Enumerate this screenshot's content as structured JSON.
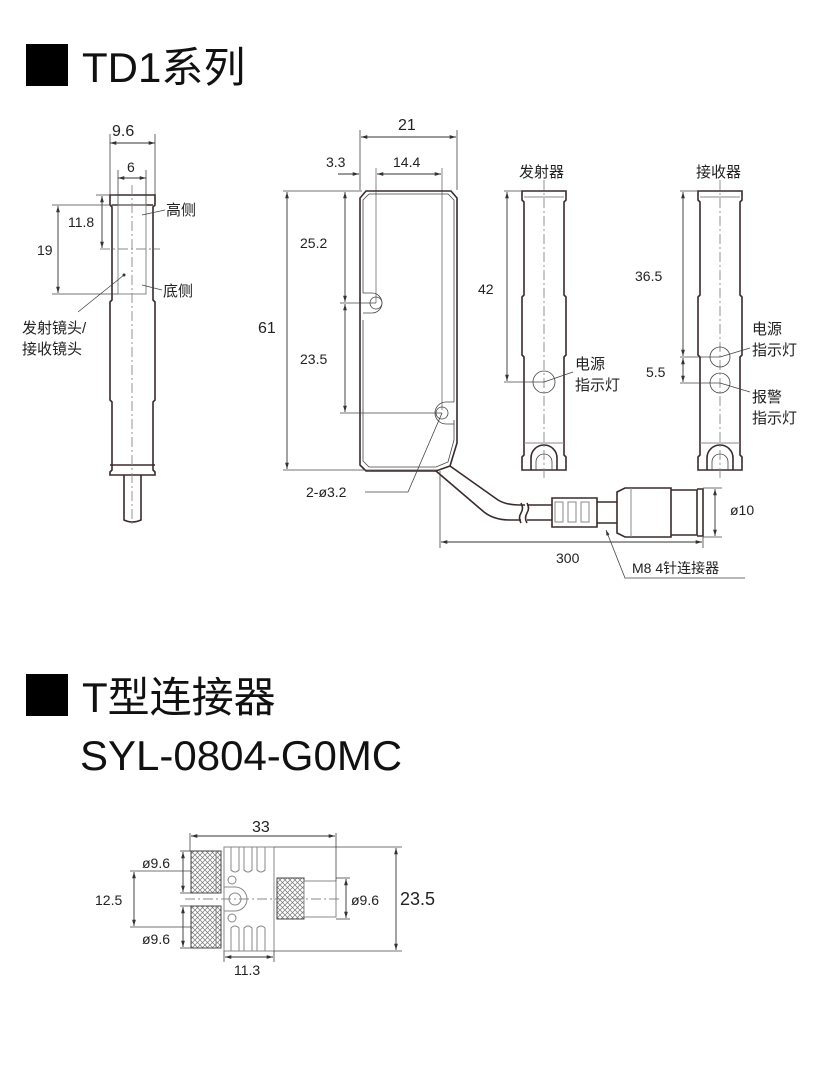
{
  "section1": {
    "title": "TD1系列",
    "side_view": {
      "width_outer": "9.6",
      "width_lens": "6",
      "dim_high": "11.8",
      "dim_total": "19",
      "label_high": "高侧",
      "label_low": "底侧",
      "label_lens_line1": "发射镜头/",
      "label_lens_line2": "接收镜头"
    },
    "front_view": {
      "width_total": "21",
      "offset_left": "3.3",
      "hole_spacing": "14.4",
      "height_total": "61",
      "dim_upper": "25.2",
      "dim_lower": "23.5",
      "hole_label": "2-ø3.2"
    },
    "emitter": {
      "title": "发射器",
      "dim": "42",
      "indicator_line1": "电源",
      "indicator_line2": "指示灯"
    },
    "receiver": {
      "title": "接收器",
      "dim_upper": "36.5",
      "dim_gap": "5.5",
      "power_line1": "电源",
      "power_line2": "指示灯",
      "alarm_line1": "报警",
      "alarm_line2": "指示灯"
    },
    "cable": {
      "length": "300",
      "connector_dia": "ø10",
      "connector_label": "M8 4针连接器"
    }
  },
  "section2": {
    "title": "T型连接器",
    "model": "SYL-0804-G0MC",
    "dims": {
      "length": "33",
      "height": "23.5",
      "pitch": "12.5",
      "dia_top": "ø9.6",
      "dia_bottom": "ø9.6",
      "dia_right": "ø9.6",
      "body_width": "11.3"
    }
  }
}
